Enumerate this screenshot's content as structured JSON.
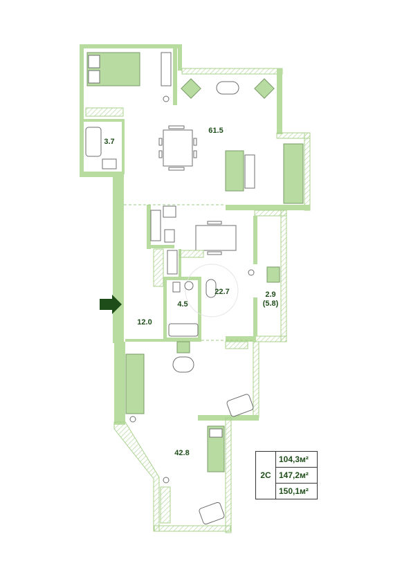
{
  "rooms": [
    {
      "id": "living",
      "area": "61.5"
    },
    {
      "id": "bath-top",
      "area": "3.7"
    },
    {
      "id": "kitchen",
      "area": "22.7"
    },
    {
      "id": "bathroom",
      "area": "4.5"
    },
    {
      "id": "hall",
      "area": "12.0"
    },
    {
      "id": "balcony",
      "area": "2.9",
      "area_alt": "(5.8)"
    },
    {
      "id": "bedroom",
      "area": "42.8"
    }
  ],
  "legend": {
    "type": "2C",
    "areas": [
      "104,3м²",
      "147,2м²",
      "150,1м²"
    ]
  },
  "colors": {
    "wall": "#b8dca0",
    "accent": "#1f4d1a",
    "entrance": "#1f4d1a"
  },
  "icons": {
    "entrance": "entrance-arrow-icon"
  }
}
